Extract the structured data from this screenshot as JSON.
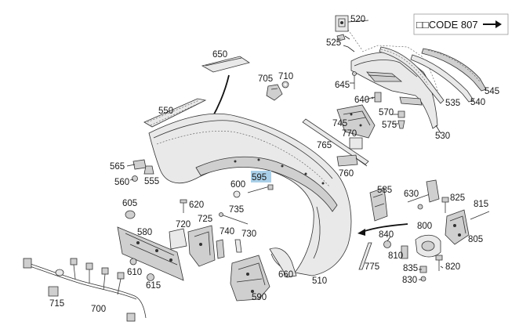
{
  "code": {
    "label": "□□CODE 807"
  },
  "labels": {
    "l520": "520",
    "l525": "525",
    "l650": "650",
    "l705": "705",
    "l710": "710",
    "l645": "645",
    "l640": "640",
    "l535": "535",
    "l540": "540",
    "l545": "545",
    "l550": "550",
    "l570": "570",
    "l575": "575",
    "l745": "745",
    "l770": "770",
    "l530": "530",
    "l765": "765",
    "l565": "565",
    "l760": "760",
    "l560": "560",
    "l555": "555",
    "l595": "595",
    "l585": "585",
    "l600": "600",
    "l630": "630",
    "l825": "825",
    "l605": "605",
    "l620": "620",
    "l815": "815",
    "l735": "735",
    "l725": "725",
    "l720": "720",
    "l800": "800",
    "l580": "580",
    "l740": "740",
    "l730": "730",
    "l840": "840",
    "l805": "805",
    "l810": "810",
    "l610": "610",
    "l615": "615",
    "l775": "775",
    "l660": "660",
    "l835": "835",
    "l820": "820",
    "l510": "510",
    "l830": "830",
    "l715": "715",
    "l590": "590",
    "l700": "700"
  }
}
